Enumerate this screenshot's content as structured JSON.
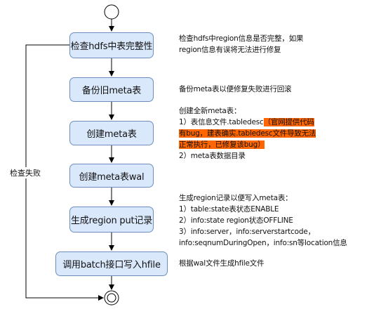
{
  "diagram": {
    "steps": [
      {
        "id": "check",
        "label": "检查hdfs中表完整性"
      },
      {
        "id": "backup",
        "label": "备份旧meta表"
      },
      {
        "id": "create",
        "label": "创建meta表"
      },
      {
        "id": "create_wal",
        "label": "创建meta表wal"
      },
      {
        "id": "gen_put",
        "label": "生成region put记录"
      },
      {
        "id": "batch_write",
        "label": "调用batch接口写入hfile"
      }
    ],
    "failure_label": "检查失败",
    "notes": {
      "check": [
        "检查hdfs中region信息是否完整，如果",
        "region信息有误将无法进行修复"
      ],
      "backup": "备份meta表以便修复失败进行回滚",
      "create": {
        "title": "创建全新meta表：",
        "line1_prefix": "1）表信息文件.tabledesc",
        "line1_highlight": "（官网提供代码",
        "line2_highlight": "有bug，建表确实.tabledesc文件导致无法",
        "line3_highlight": "正常执行，已修复该bug）",
        "line4": "2）meta表数据目录"
      },
      "gen_put": [
        "生成region记录以便写入meta表：",
        "1）table:state表状态ENABLE",
        "2）info:state region状态OFFLINE",
        "3）info:server，info:serverstartcode，",
        "info:seqnumDuringOpen，info:sn等location信息"
      ],
      "batch_write": "根据wal文件生成hfile文件"
    },
    "colors": {
      "node_fill": "#dae8fc",
      "node_border": "#6c8ebf",
      "highlight": "#ff6600",
      "connector": "#000000"
    }
  }
}
